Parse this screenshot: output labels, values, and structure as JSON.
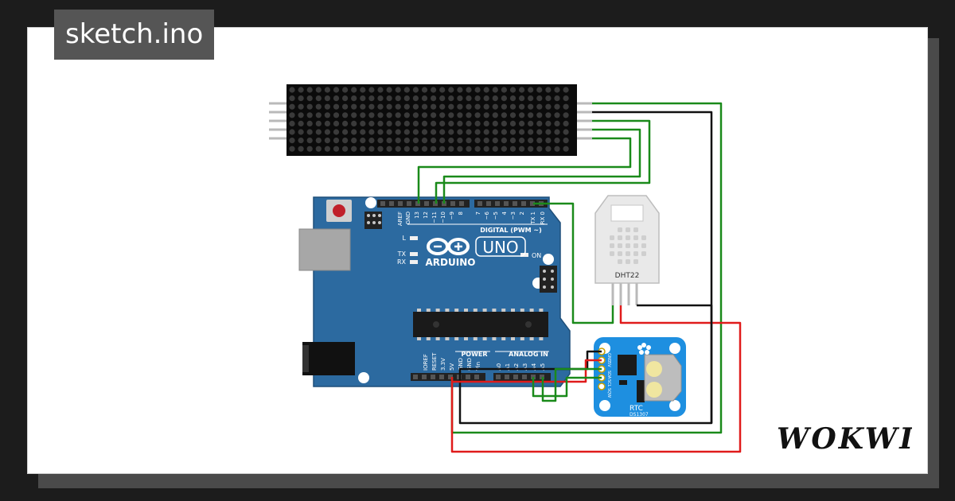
{
  "header": {
    "title": "sketch.ino"
  },
  "brand": {
    "name": "WOKWI"
  },
  "arduino": {
    "board_name": "UNO",
    "maker": "ARDUINO",
    "digital_label": "DIGITAL (PWM ~)",
    "power_label": "POWER",
    "analog_label": "ANALOG IN",
    "on_label": "ON",
    "l_label": "L",
    "tx_label": "TX",
    "rx_label": "RX",
    "top_pins": [
      "AREF",
      "GND",
      "13",
      "12",
      "~11",
      "~10",
      "~9",
      "8",
      "7",
      "~6",
      "~5",
      "4",
      "~3",
      "2",
      "TX 1",
      "RX 0"
    ],
    "power_pins": [
      "IOREF",
      "RESET",
      "3.3V",
      "5V",
      "GND",
      "GND",
      "Vin"
    ],
    "analog_pins": [
      "A0",
      "A1",
      "A2",
      "A3",
      "A4",
      "A5"
    ]
  },
  "dht": {
    "label": "DHT22"
  },
  "rtc": {
    "label": "RTC",
    "model": "DS1307",
    "pins": [
      "GND",
      "5V",
      "SDA",
      "SCL",
      "SQW"
    ]
  },
  "colors": {
    "wire_green": "#1a8a1a",
    "wire_black": "#111111",
    "wire_red": "#e01b1b",
    "board": "#2b6a9e",
    "matrix": "#111111"
  }
}
